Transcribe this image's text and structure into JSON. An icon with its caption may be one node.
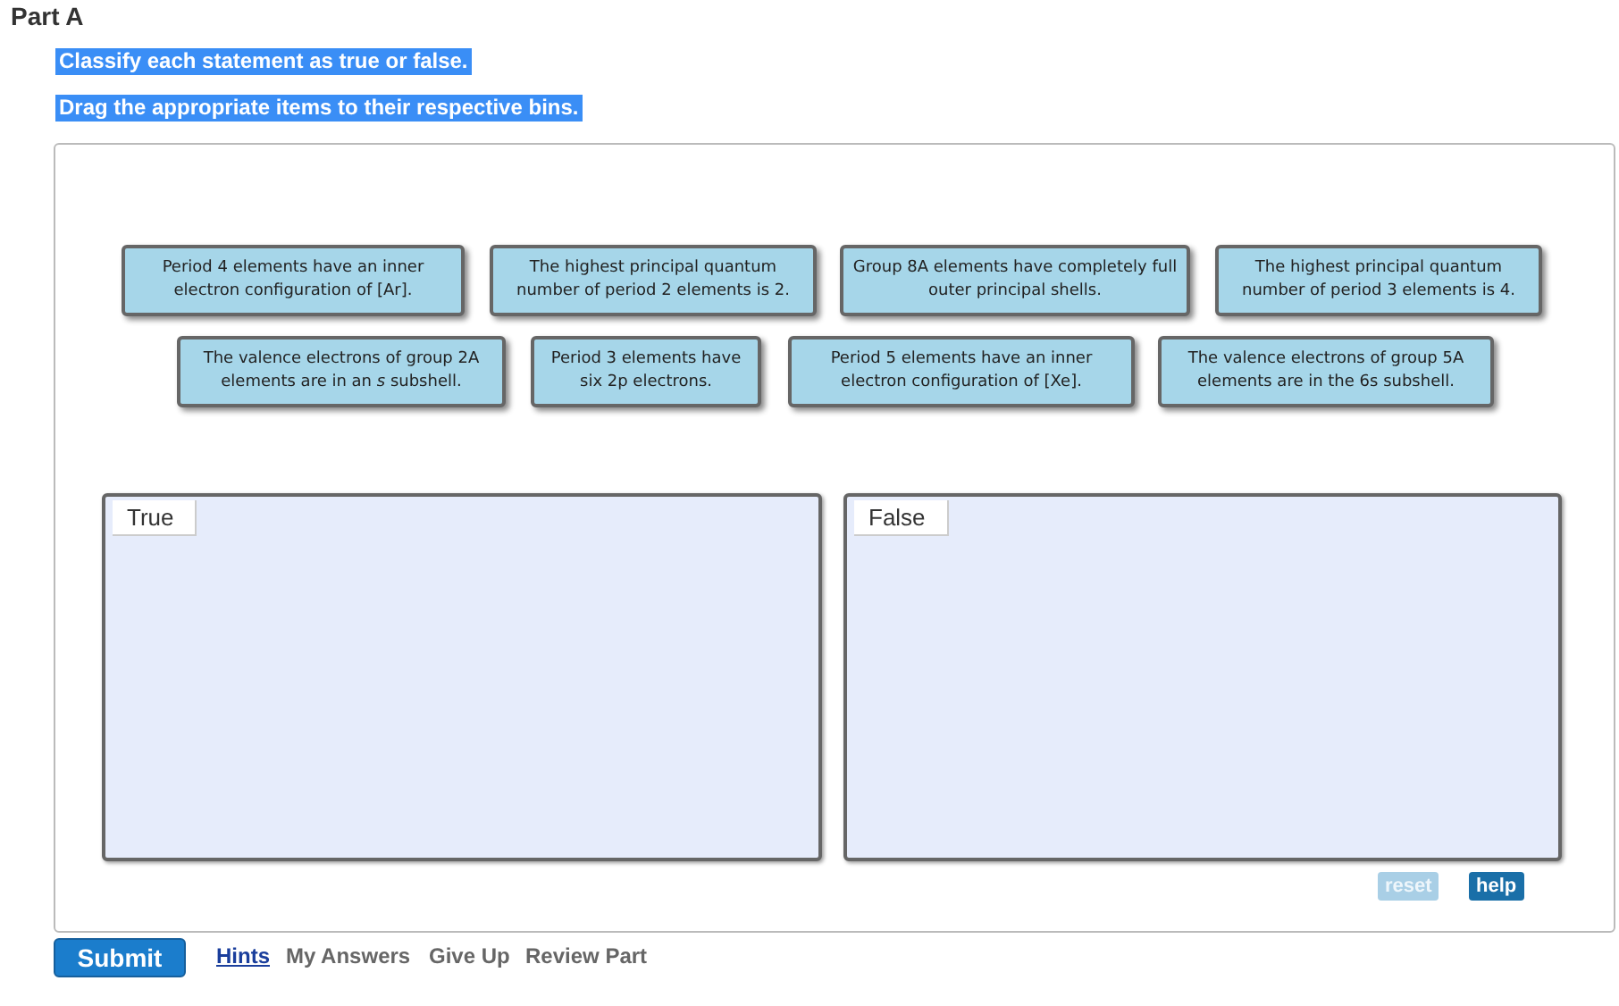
{
  "diagram": {
    "title": "Part A",
    "nodes": [
      {
        "text": [
          "Period 4 elements have an inner electron configuration of [Ar]."
        ]
      },
      {
        "text": [
          "The highest principal quantum number of period 2 elements is 2."
        ]
      },
      {
        "text": [
          "Group 8A elements have completely full outer principal shells."
        ]
      },
      {
        "text": [
          "The highest principal quantum number of period 3 elements is 4."
        ]
      },
      {
        "text": [
          "The valence electrons of group 2A elements are in an *s* subshell."
        ]
      },
      {
        "text": [
          "Period 3 elements have six 2p electrons."
        ]
      },
      {
        "text": [
          "Period 5 elements have an inner electron configuration of [Xe]."
        ]
      },
      {
        "text": [
          "The valence electrons of group 5A elements are in the 6s subshell."
        ]
      },
      {
        "text": [
          "True"
        ]
      },
      {
        "text": [
          "False"
        ]
      }
    ],
    "labels": [
      "Classify each statement as true or false.",
      "Drag the appropriate items to their respective bins.",
      "reset",
      "help",
      "Submit",
      "Hints",
      "My Answers",
      "Give Up",
      "Review Part"
    ]
  }
}
